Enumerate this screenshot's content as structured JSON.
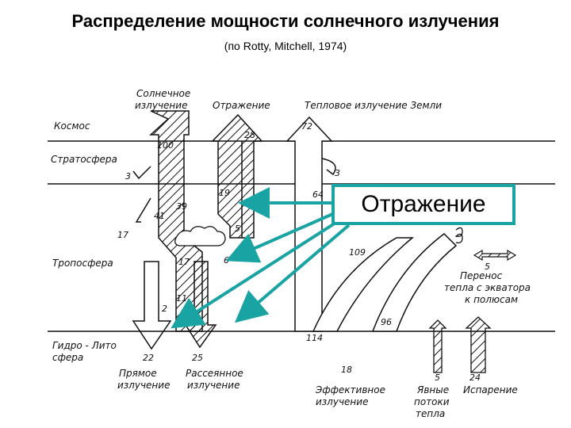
{
  "header": {
    "title": "Распределение мощности солнечного излучения",
    "subtitle": "(по Rotty, Mitchell, 1974)"
  },
  "colors": {
    "callout_accent": "#1aa3a3",
    "ink": "#111111"
  },
  "layers": {
    "space": "Космос",
    "stratosphere": "Стратосфера",
    "troposphere": "Тропосфера",
    "hydro_litho_1": "Гидро - Лито",
    "hydro_litho_2": "сфера"
  },
  "flow_labels": {
    "solar_1": "Солнечное",
    "solar_2": "излучение",
    "reflection": "Отражение",
    "earth_thermal": "Тепловое излучение Земли",
    "direct_1": "Прямое",
    "direct_2": "излучение",
    "scattered_1": "Рассеянное",
    "scattered_2": "излучение",
    "effective_1": "Эффективное",
    "effective_2": "излучение",
    "sensible_1": "Явные",
    "sensible_2": "потоки",
    "sensible_3": "тепла",
    "evaporation": "Испарение",
    "transfer_1": "Перенос",
    "transfer_2": "тепла с экватора",
    "transfer_3": "к полюсам"
  },
  "values": {
    "incoming": "100",
    "reflected_total": "28",
    "thermal_out": "72",
    "strat_absorb": "3",
    "strat_thermal": "3",
    "cloud_reflect": "19",
    "atm_absorb": "17",
    "scatter_41": "41",
    "scatter_39": "39",
    "v5": "5",
    "v17b": "17",
    "v6": "6",
    "v11": "11",
    "v2": "2",
    "v64": "64",
    "v109": "109",
    "v5transfer": "5",
    "direct": "22",
    "scattered": "25",
    "v114": "114",
    "v96": "96",
    "effective": "18",
    "sensible": "5",
    "evaporation": "24"
  },
  "callout": {
    "label": "Отражение"
  }
}
